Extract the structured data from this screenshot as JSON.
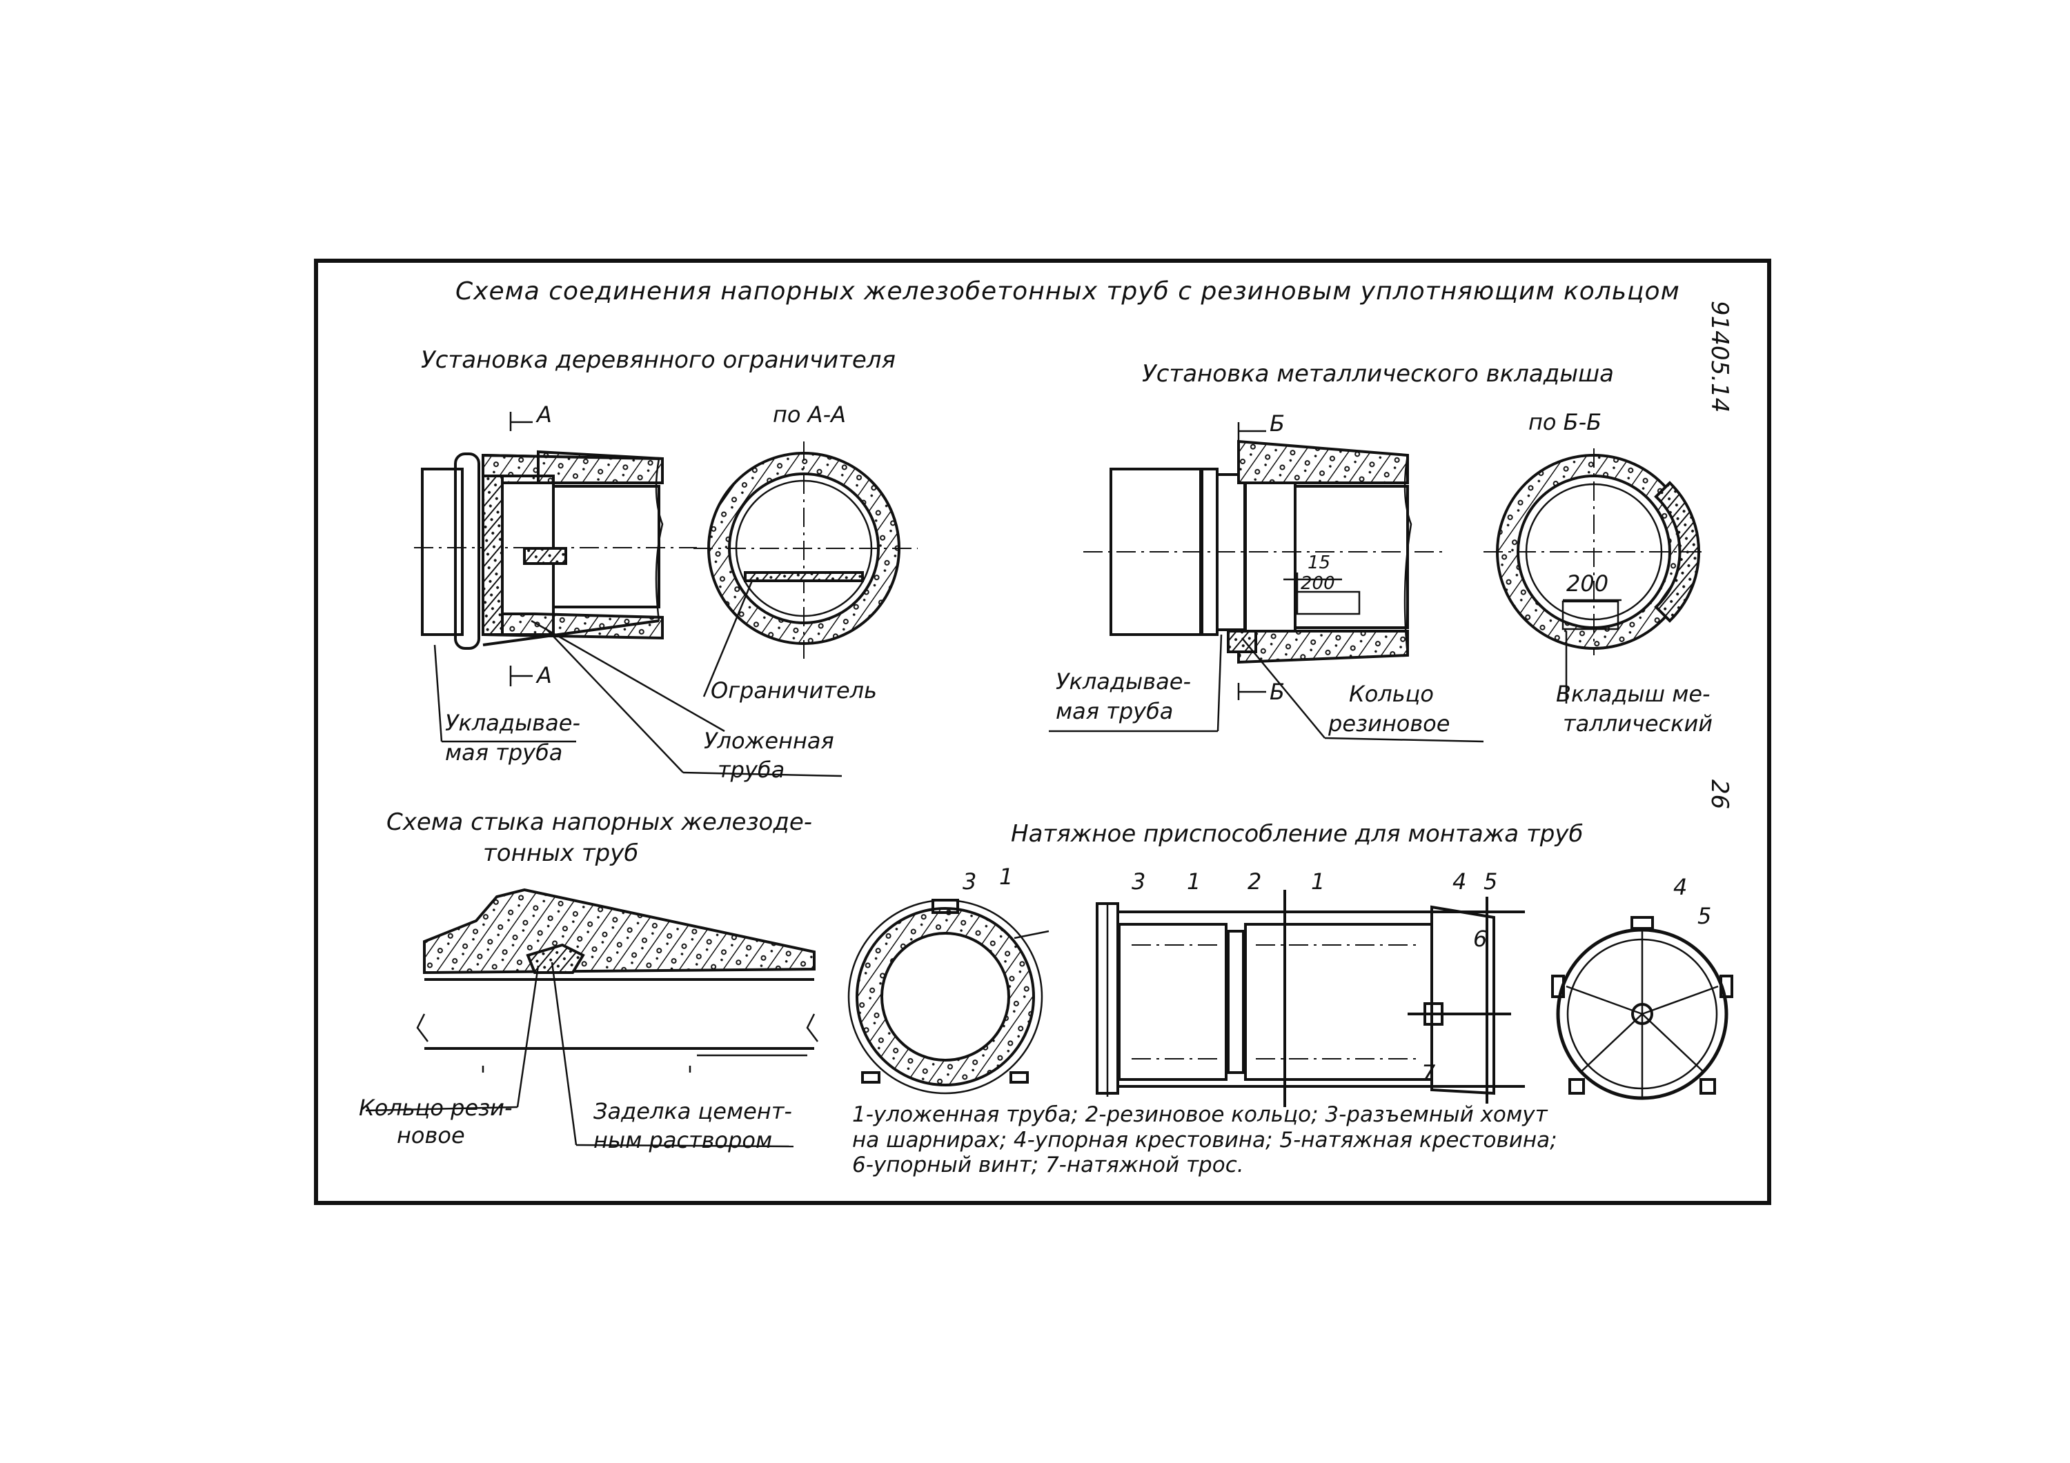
{
  "title": "Схема соединения напорных железобетонных труб с резиновым уплотняющим кольцом",
  "side_code": "91405.14",
  "page_number": "26",
  "panels": {
    "wood": {
      "title": "Установка деревянного ограничителя",
      "section_mark": "А",
      "section_view": "по А-А",
      "labels": {
        "limiter": "Ограничитель",
        "laid_pipe_1": "Укладывае-",
        "laid_pipe_2": "мая труба",
        "placed_pipe_1": "Уложенная",
        "placed_pipe_2": "труба"
      }
    },
    "metal": {
      "title": "Установка металлического вкладыша",
      "section_mark": "Б",
      "section_view": "по Б-Б",
      "dim_top": "15",
      "dim_bottom": "200",
      "dim_section": "200",
      "labels": {
        "laid_pipe_1": "Укладывае-",
        "laid_pipe_2": "мая труба",
        "ring_1": "Кольцо",
        "ring_2": "резиновое",
        "insert_1": "Вкладыш ме-",
        "insert_2": "таллический"
      }
    },
    "joint": {
      "title_1": "Схема стыка напорных железоде-",
      "title_2": "тонных труб",
      "labels": {
        "ring_1": "Кольцо рези-",
        "ring_2": "новое",
        "seal_1": "Заделка цемент-",
        "seal_2": "ным раствором"
      }
    },
    "tension": {
      "title": "Натяжное приспособление для монтажа труб",
      "numbers": [
        "1",
        "2",
        "3",
        "4",
        "5",
        "6",
        "7"
      ]
    }
  },
  "legend": [
    "1-уложенная труба; 2-резиновое кольцо; 3-разъемный хомут",
    "на шарнирах; 4-упорная крестовина; 5-натяжная крестовина;",
    "6-упорный винт; 7-натяжной трос."
  ]
}
